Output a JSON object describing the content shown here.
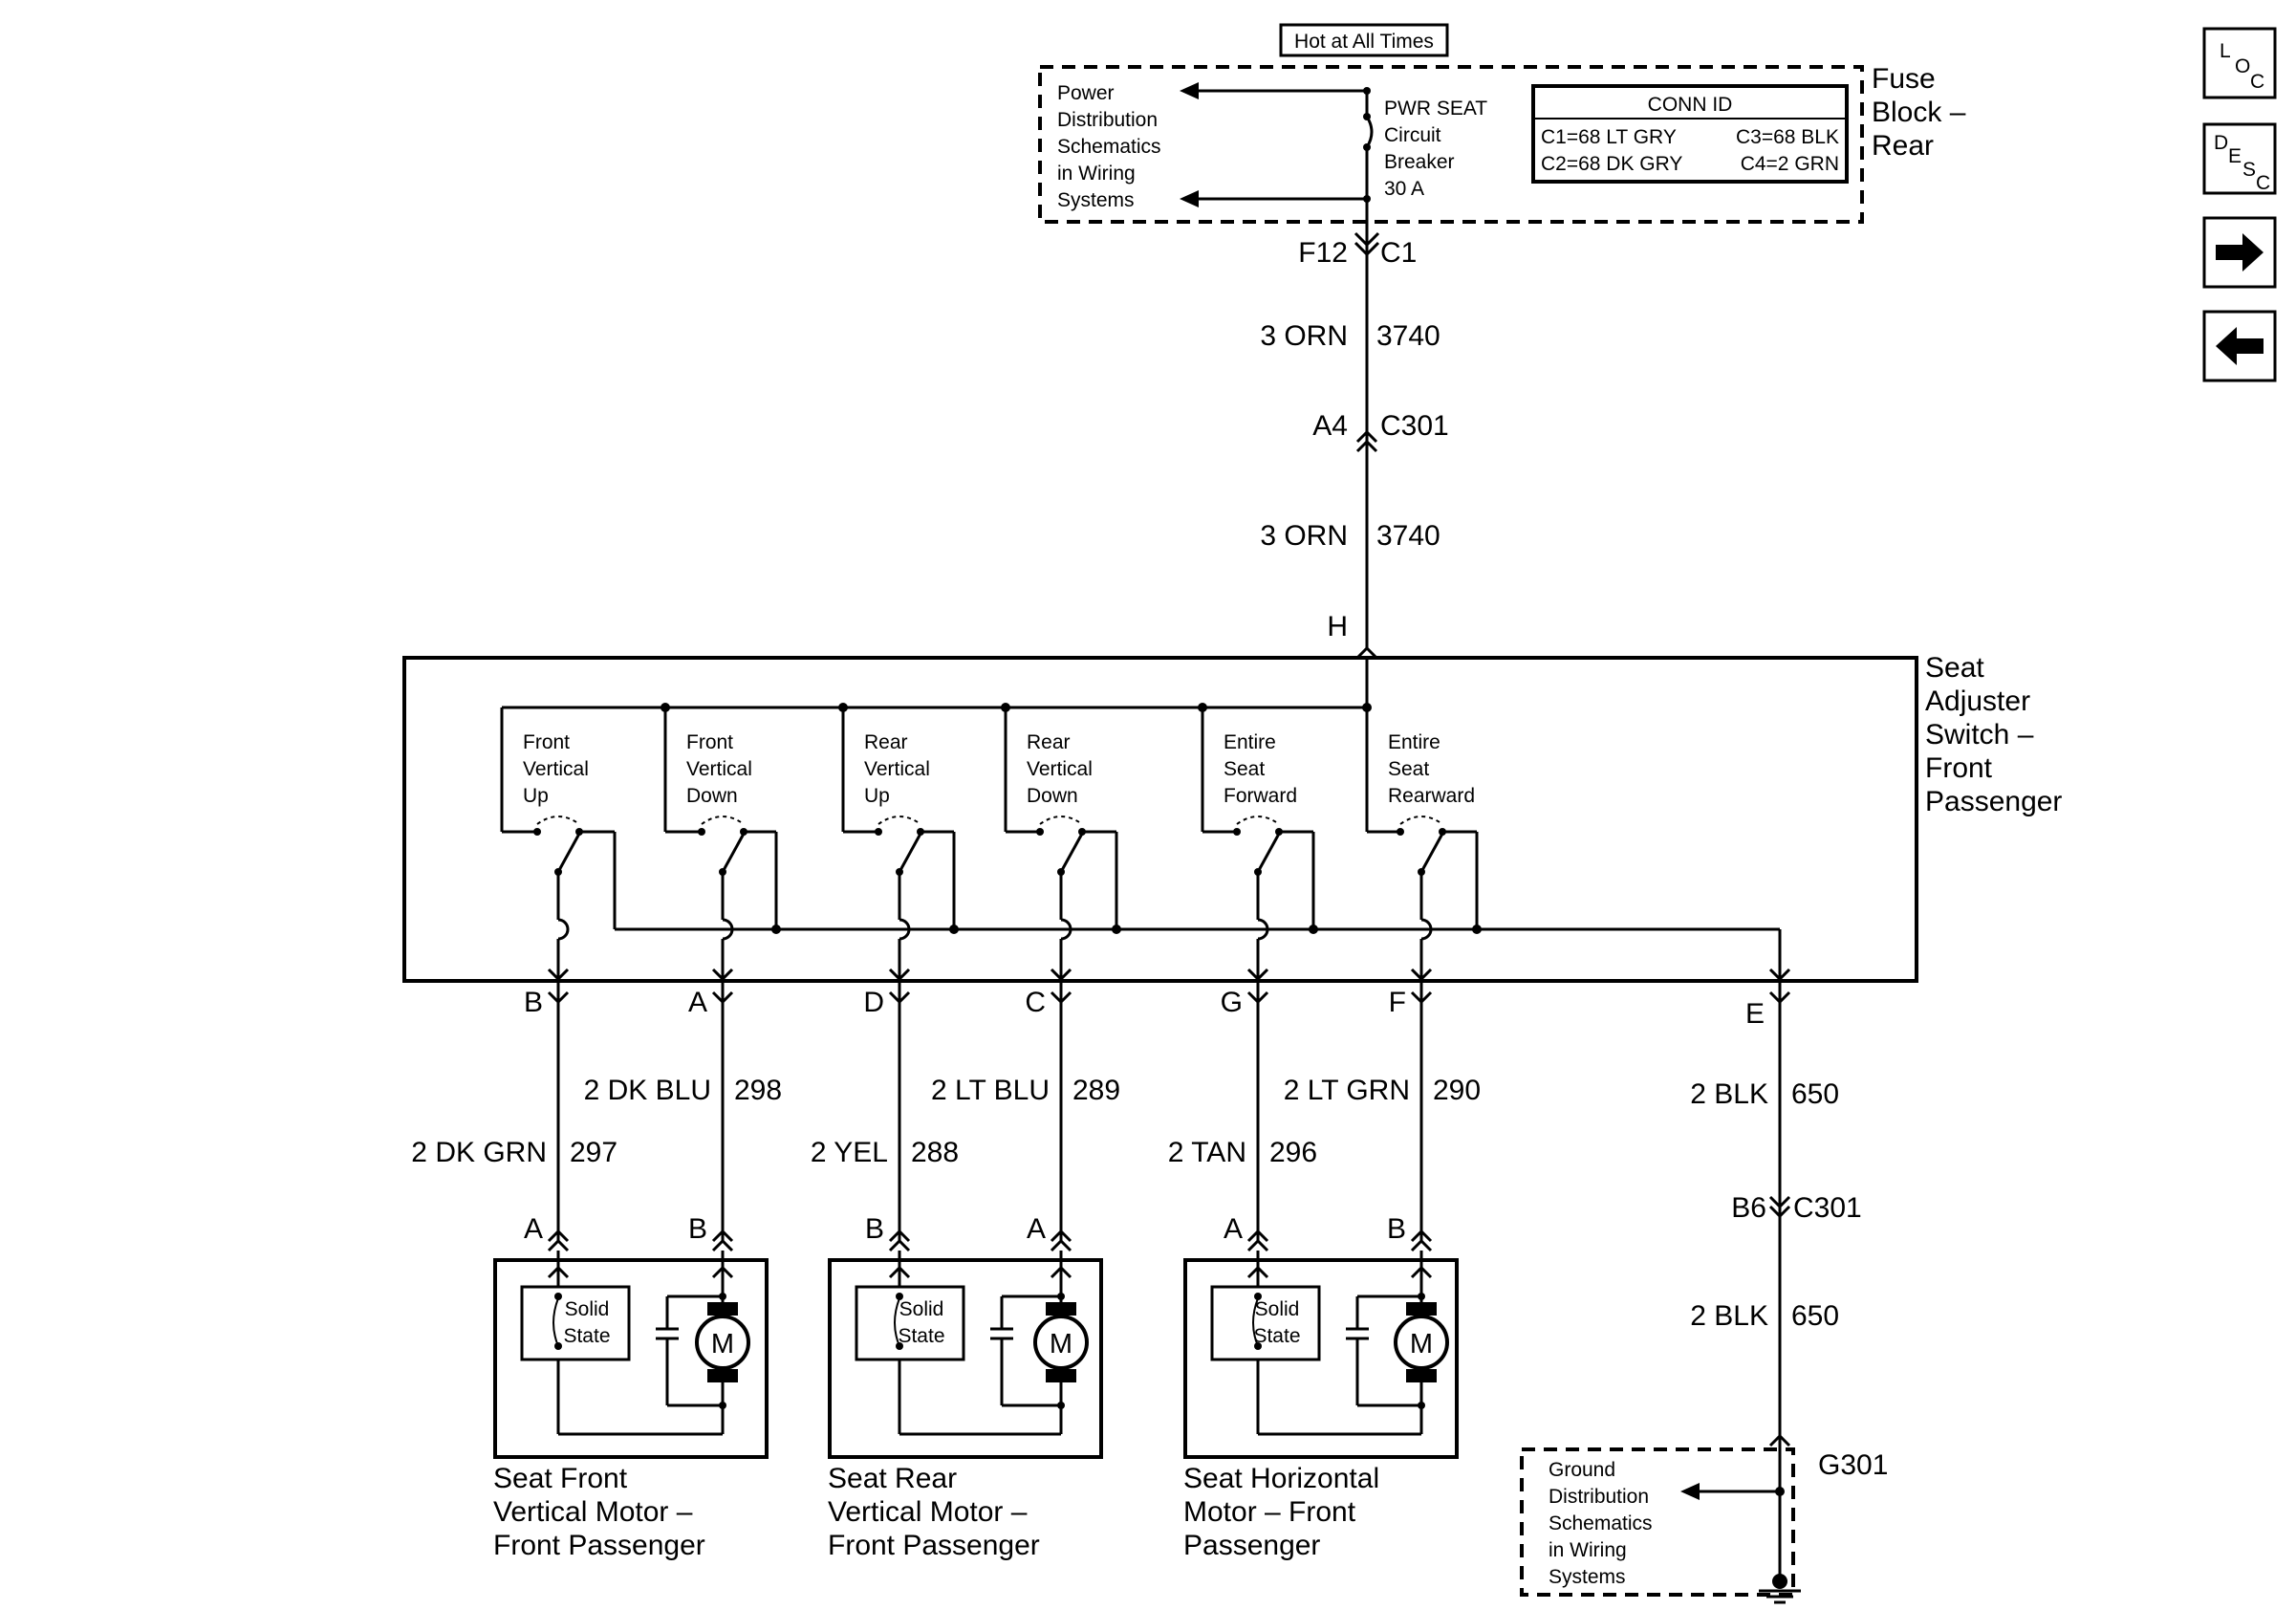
{
  "top_label": "Hot at All Times",
  "fuse_block": {
    "name_line1": "Fuse",
    "name_line2": "Block –",
    "name_line3": "Rear",
    "power_ref": [
      "Power",
      "Distribution",
      "Schematics",
      "in Wiring",
      "Systems"
    ],
    "breaker": [
      "PWR SEAT",
      "Circuit",
      "Breaker",
      "30 A"
    ],
    "conn_id": {
      "title": "CONN ID",
      "c1": "C1=68 LT GRY",
      "c2": "C2=68 DK GRY",
      "c3": "C3=68 BLK",
      "c4": "C4=2 GRN"
    },
    "terminal": "F12",
    "connector": "C1"
  },
  "feed": {
    "wire_upper": {
      "color": "3 ORN",
      "circuit": "3740"
    },
    "inline_conn": {
      "pin": "A4",
      "name": "C301"
    },
    "wire_lower": {
      "color": "3 ORN",
      "circuit": "3740"
    },
    "switch_pin": "H"
  },
  "switch": {
    "name": [
      "Seat",
      "Adjuster",
      "Switch –",
      "Front",
      "Passenger"
    ],
    "sections": [
      {
        "label": [
          "Front",
          "Vertical",
          "Up"
        ]
      },
      {
        "label": [
          "Front",
          "Vertical",
          "Down"
        ]
      },
      {
        "label": [
          "Rear",
          "Vertical",
          "Up"
        ]
      },
      {
        "label": [
          "Rear",
          "Vertical",
          "Down"
        ]
      },
      {
        "label": [
          "Entire",
          "Seat",
          "Forward"
        ]
      },
      {
        "label": [
          "Entire",
          "Seat",
          "Rearward"
        ]
      }
    ]
  },
  "outputs": [
    {
      "pin": "B",
      "wire": "2 DK GRN",
      "circuit": "297",
      "motor_pin": "A"
    },
    {
      "pin": "A",
      "wire": "2 DK BLU",
      "circuit": "298",
      "motor_pin": "B"
    },
    {
      "pin": "D",
      "wire": "2 YEL",
      "circuit": "288",
      "motor_pin": "B"
    },
    {
      "pin": "C",
      "wire": "2 LT BLU",
      "circuit": "289",
      "motor_pin": "A"
    },
    {
      "pin": "G",
      "wire": "2 TAN",
      "circuit": "296",
      "motor_pin": "A"
    },
    {
      "pin": "F",
      "wire": "2 LT GRN",
      "circuit": "290",
      "motor_pin": "B"
    }
  ],
  "motors": [
    {
      "name": [
        "Seat Front",
        "Vertical Motor –",
        "Front Passenger"
      ],
      "solid_state": [
        "Solid",
        "State"
      ],
      "symbol": "M"
    },
    {
      "name": [
        "Seat Rear",
        "Vertical Motor –",
        "Front Passenger"
      ],
      "solid_state": [
        "Solid",
        "State"
      ],
      "symbol": "M"
    },
    {
      "name": [
        "Seat Horizontal",
        "Motor – Front",
        "Passenger"
      ],
      "solid_state": [
        "Solid",
        "State"
      ],
      "symbol": "M"
    }
  ],
  "ground": {
    "pin": "E",
    "wire_upper": {
      "color": "2 BLK",
      "circuit": "650"
    },
    "inline_conn": {
      "pin": "B6",
      "name": "C301"
    },
    "wire_lower": {
      "color": "2 BLK",
      "circuit": "650"
    },
    "ground_id": "G301",
    "ref": [
      "Ground",
      "Distribution",
      "Schematics",
      "in Wiring",
      "Systems"
    ]
  },
  "nav": {
    "loc": [
      "L",
      "O",
      "C"
    ],
    "desc": [
      "D",
      "E",
      "S",
      "C"
    ],
    "next_icon": "arrow-right-icon",
    "prev_icon": "arrow-left-icon"
  }
}
